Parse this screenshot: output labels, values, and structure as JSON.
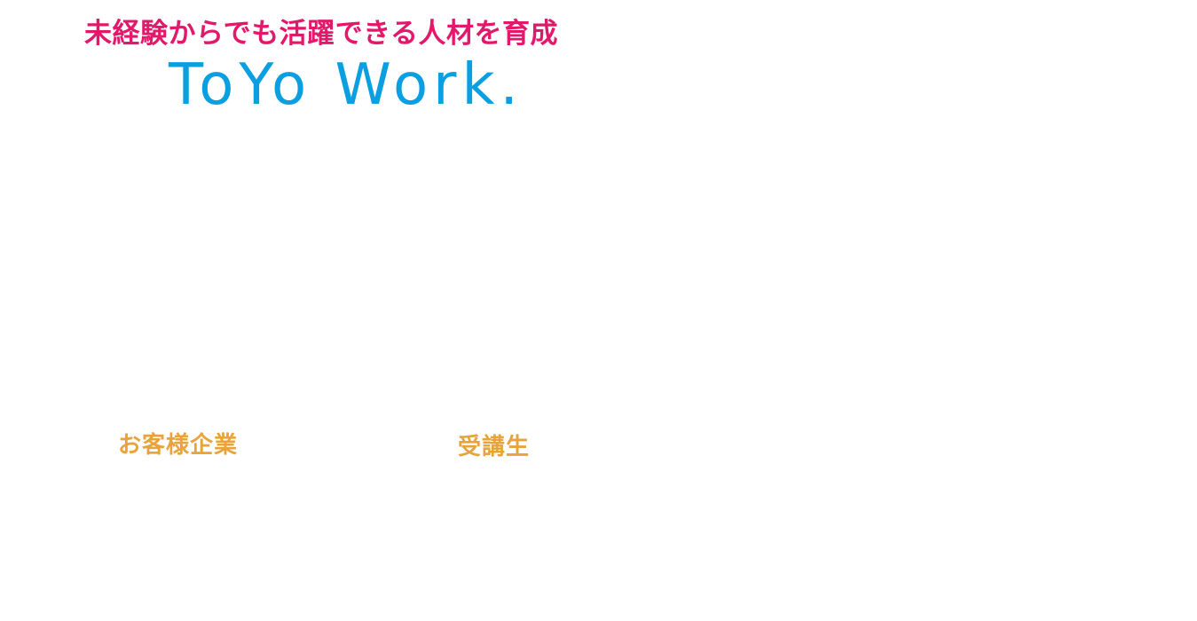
{
  "hero": {
    "tagline": "未経験からでも活躍できる人材を育成",
    "brand": "ToYo Work."
  },
  "audience": {
    "companies_label": "お客様企業",
    "students_label": "受講生"
  },
  "colors": {
    "tagline": "#e2186a",
    "brand": "#0a9fe0",
    "audience_labels": "#e8a33c",
    "background": "#ffffff"
  }
}
